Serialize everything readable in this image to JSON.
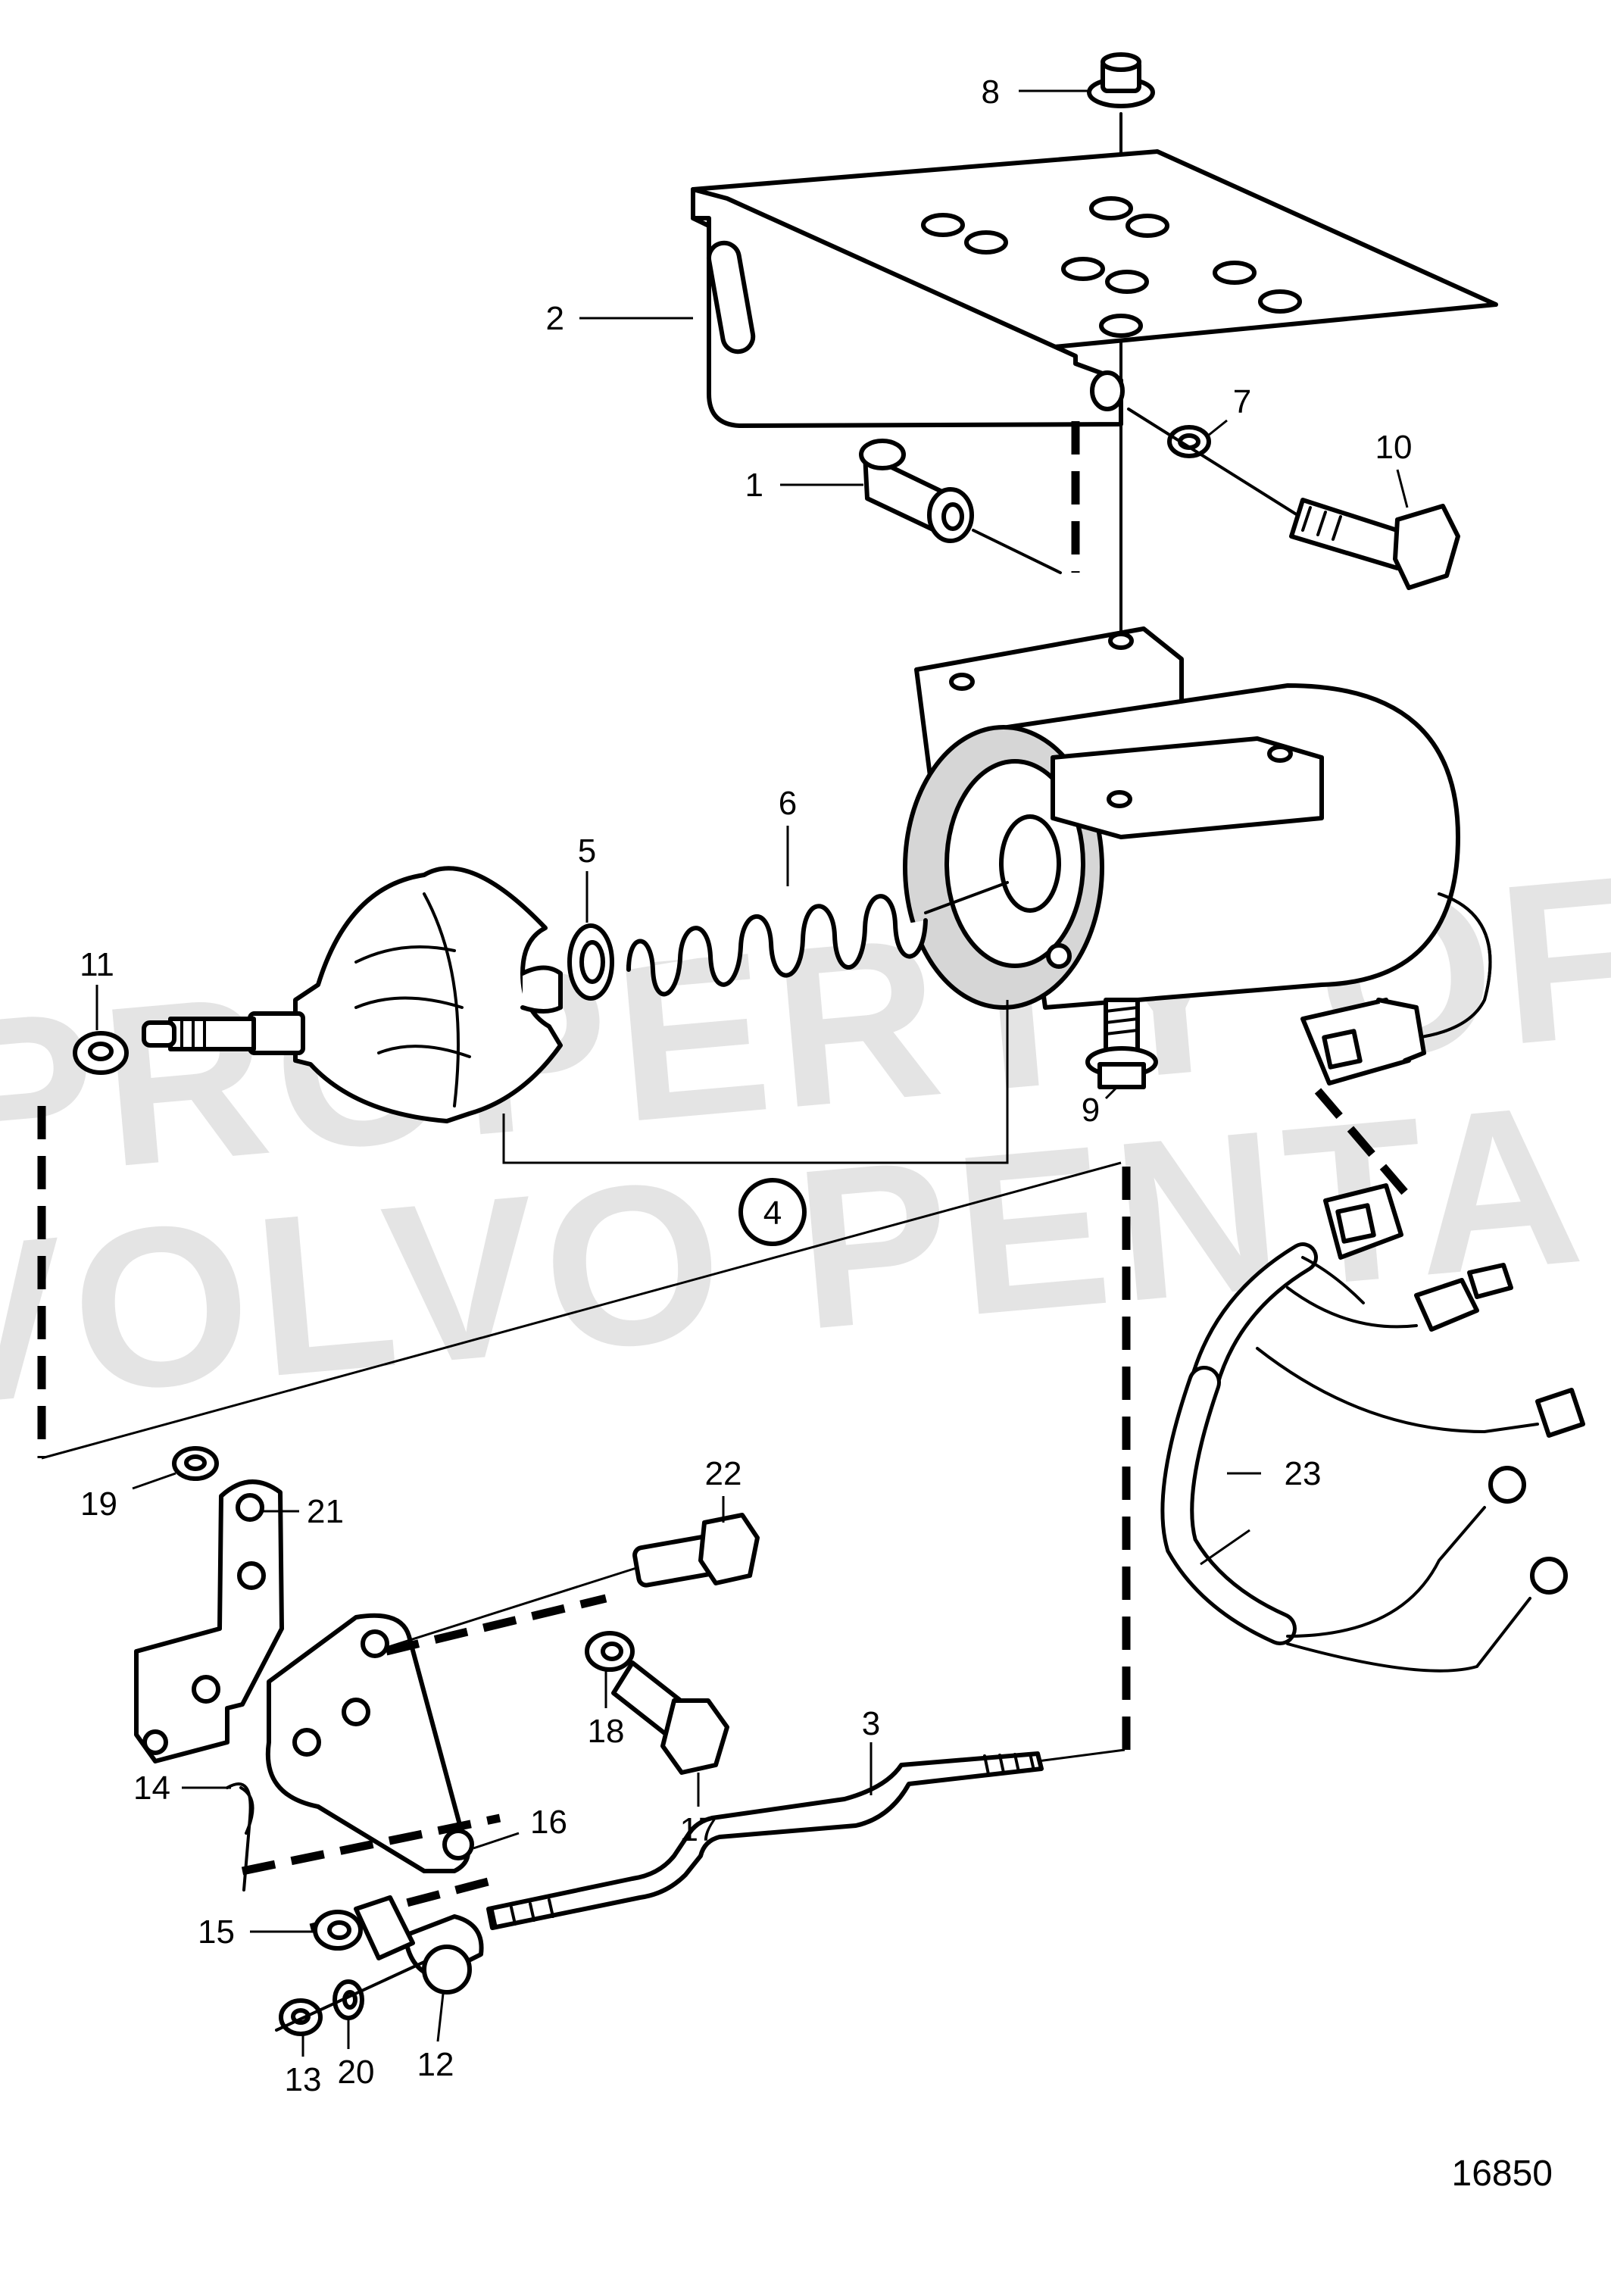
{
  "watermark": {
    "line1": "PROPERTY OF",
    "line2": "VOLVO PENTA"
  },
  "reference_number": "16850",
  "callouts": {
    "c1": "1",
    "c2": "2",
    "c3": "3",
    "c4": "4",
    "c5": "5",
    "c6": "6",
    "c7": "7",
    "c8": "8",
    "c9": "9",
    "c10": "10",
    "c11": "11",
    "c12": "12",
    "c13": "13",
    "c14": "14",
    "c15": "15",
    "c16": "16",
    "c17": "17",
    "c18": "18",
    "c19": "19",
    "c20": "20",
    "c21": "21",
    "c22": "22",
    "c23": "23"
  },
  "colors": {
    "ink": "#000000",
    "paper": "#ffffff",
    "watermark": "#cfcfcf"
  }
}
